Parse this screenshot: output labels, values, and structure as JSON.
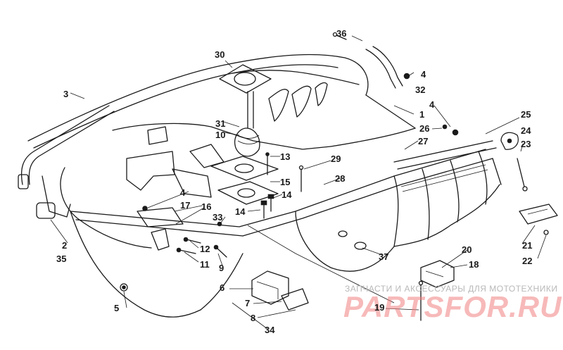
{
  "callouts": [
    "1",
    "2",
    "3",
    "4",
    "4",
    "4",
    "5",
    "6",
    "7",
    "8",
    "9",
    "10",
    "11",
    "12",
    "13",
    "14",
    "14",
    "15",
    "16",
    "17",
    "18",
    "19",
    "20",
    "21",
    "22",
    "23",
    "24",
    "25",
    "26",
    "27",
    "28",
    "29",
    "30",
    "31",
    "32",
    "33",
    "34",
    "35",
    "36",
    "37"
  ],
  "watermark": {
    "caption": "ЗАПЧАСТИ И АКСЕССУАРЫ ДЛЯ МОТОТЕХНИКИ",
    "brand": "PARTSFOR.RU"
  },
  "colors": {
    "lines": "#1a1a1a",
    "watermark_brand": "#f07f7f",
    "watermark_caption": "#b8b8b8",
    "background": "#ffffff"
  }
}
